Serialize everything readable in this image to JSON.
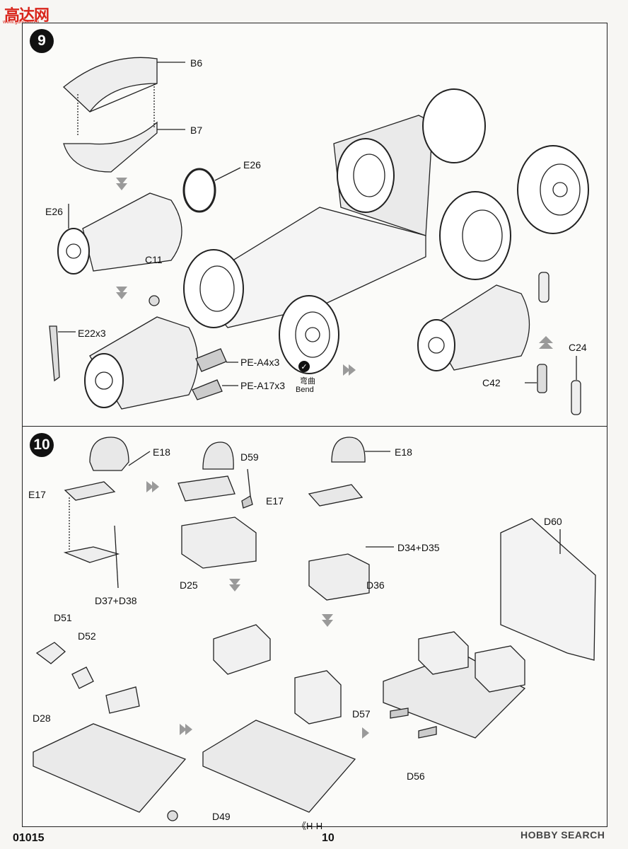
{
  "watermark_logo": {
    "chinese": "高达网",
    "url": "www.gundam.cn"
  },
  "step9": {
    "number": "9",
    "labels": {
      "b6": "B6",
      "b7": "B7",
      "e26_top": "E26",
      "e26_left": "E26",
      "c11": "C11",
      "e22": "E22x3",
      "pe_a4": "PE-A4x3",
      "pe_a17": "PE-A17x3",
      "bend_cn": "弯曲",
      "bend_en": "Bend",
      "c24": "C24",
      "c42": "C42"
    }
  },
  "step10": {
    "number": "10",
    "labels": {
      "e18_a": "E18",
      "e17_a": "E17",
      "d37_d38": "D37+D38",
      "d59": "D59",
      "d25": "D25",
      "e18_b": "E18",
      "e17_b": "E17",
      "d34_d35": "D34+D35",
      "d36": "D36",
      "d60": "D60",
      "d51": "D51",
      "d52": "D52",
      "d28": "D28",
      "d49": "D49",
      "d57": "D57",
      "d56": "D56",
      "hh": "《H-H"
    }
  },
  "footer": {
    "code": "01015",
    "page": "10",
    "watermark": "HOBBY SEARCH"
  },
  "colors": {
    "ink": "#111111",
    "paper": "#f7f6f3",
    "logo_red": "#d9261c",
    "arrow_gray": "#9a9a9a"
  }
}
